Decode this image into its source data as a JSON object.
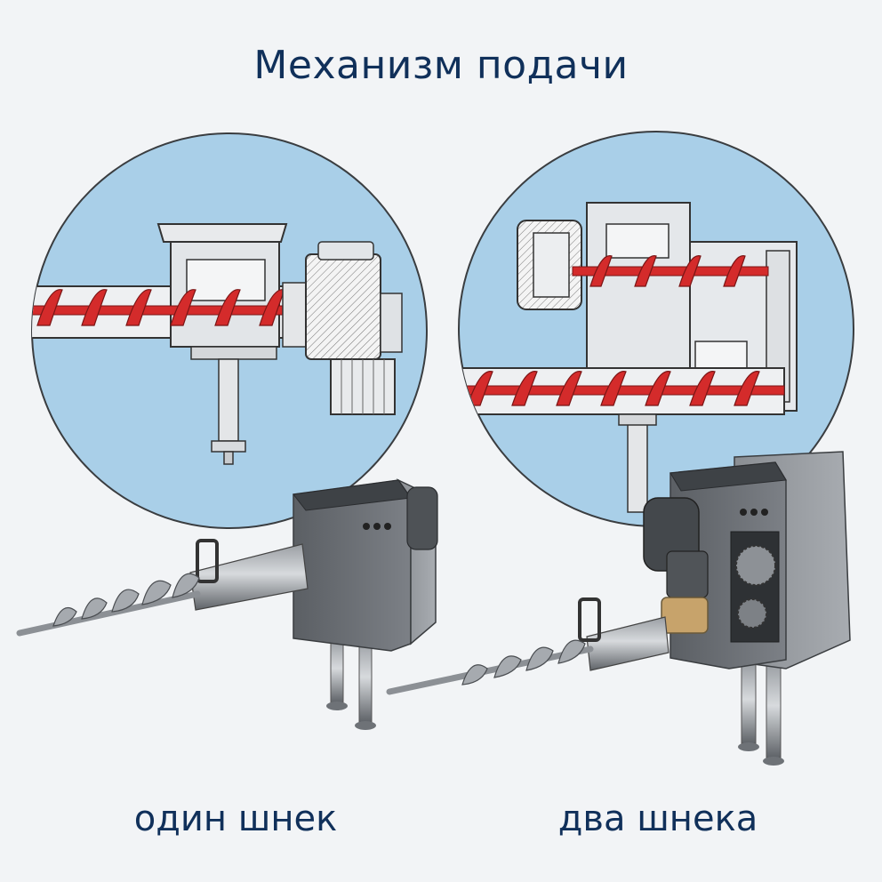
{
  "title": "Механизм подачи",
  "labels": {
    "left": "один шнек",
    "right": "два шнека"
  },
  "colors": {
    "title_text": "#10305a",
    "circle_fill": "#a9cfe8",
    "auger_red": "#d42b2b",
    "metal_dark": "#55585c",
    "metal_light": "#b9bdc2"
  }
}
